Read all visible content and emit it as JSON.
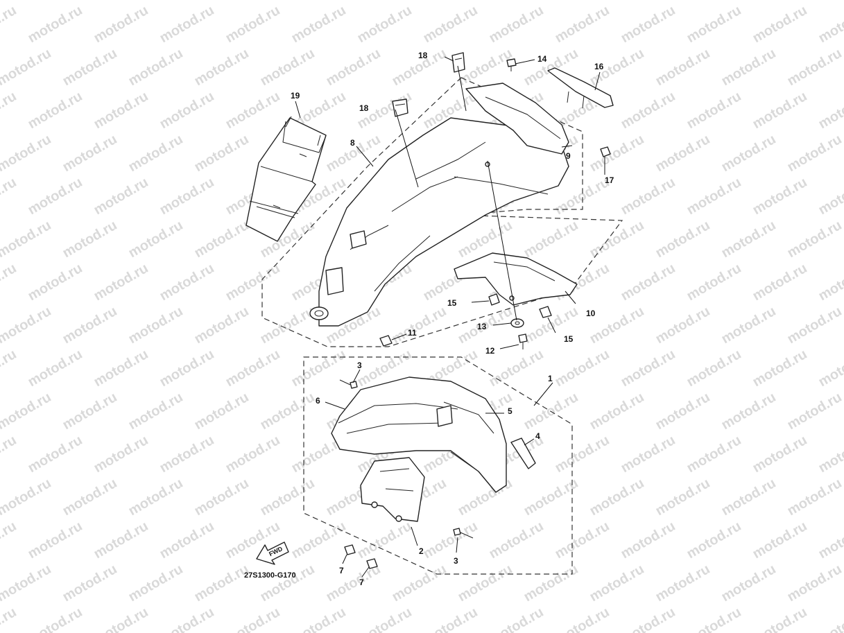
{
  "watermark": "motod.ru",
  "diagram_code": "27S1300-G170",
  "fwd_label": "FWD",
  "callouts": [
    {
      "id": "c-1",
      "label": "1"
    },
    {
      "id": "c-2",
      "label": "2"
    },
    {
      "id": "c-3a",
      "label": "3"
    },
    {
      "id": "c-3b",
      "label": "3"
    },
    {
      "id": "c-4",
      "label": "4"
    },
    {
      "id": "c-5",
      "label": "5"
    },
    {
      "id": "c-6",
      "label": "6"
    },
    {
      "id": "c-7a",
      "label": "7"
    },
    {
      "id": "c-7b",
      "label": "7"
    },
    {
      "id": "c-8",
      "label": "8"
    },
    {
      "id": "c-9",
      "label": "9"
    },
    {
      "id": "c-10",
      "label": "10"
    },
    {
      "id": "c-11",
      "label": "11"
    },
    {
      "id": "c-12",
      "label": "12"
    },
    {
      "id": "c-13",
      "label": "13"
    },
    {
      "id": "c-14",
      "label": "14"
    },
    {
      "id": "c-15a",
      "label": "15"
    },
    {
      "id": "c-15b",
      "label": "15"
    },
    {
      "id": "c-16",
      "label": "16"
    },
    {
      "id": "c-17",
      "label": "17"
    },
    {
      "id": "c-18a",
      "label": "18"
    },
    {
      "id": "c-18b",
      "label": "18"
    },
    {
      "id": "c-19",
      "label": "19"
    }
  ]
}
